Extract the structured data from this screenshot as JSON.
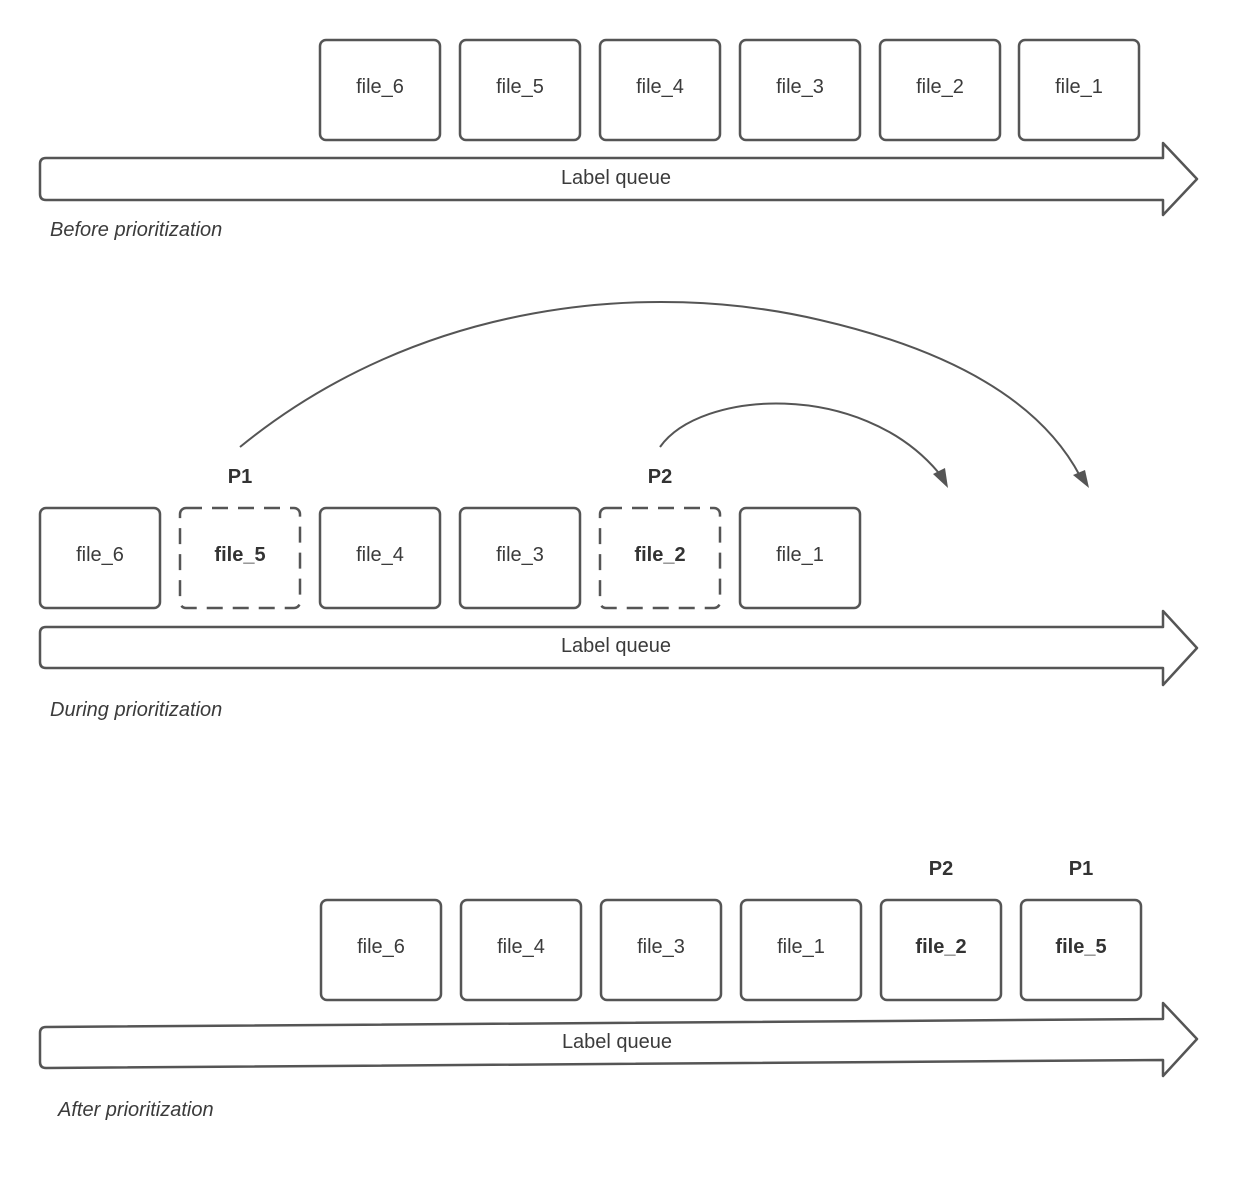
{
  "before": {
    "boxes": [
      {
        "label": "file_6",
        "bold": false,
        "dashed": false
      },
      {
        "label": "file_5",
        "bold": false,
        "dashed": false
      },
      {
        "label": "file_4",
        "bold": false,
        "dashed": false
      },
      {
        "label": "file_3",
        "bold": false,
        "dashed": false
      },
      {
        "label": "file_2",
        "bold": false,
        "dashed": false
      },
      {
        "label": "file_1",
        "bold": false,
        "dashed": false
      }
    ],
    "queue_label": "Label queue",
    "caption": "Before prioritization"
  },
  "during": {
    "boxes": [
      {
        "label": "file_6",
        "bold": false,
        "dashed": false
      },
      {
        "label": "file_5",
        "bold": true,
        "dashed": true
      },
      {
        "label": "file_4",
        "bold": false,
        "dashed": false
      },
      {
        "label": "file_3",
        "bold": false,
        "dashed": false
      },
      {
        "label": "file_2",
        "bold": true,
        "dashed": true
      },
      {
        "label": "file_1",
        "bold": false,
        "dashed": false
      }
    ],
    "priorities": {
      "p1": "P1",
      "p2": "P2"
    },
    "queue_label": "Label queue",
    "caption": "During prioritization"
  },
  "after": {
    "boxes": [
      {
        "label": "file_6",
        "bold": false,
        "dashed": false
      },
      {
        "label": "file_4",
        "bold": false,
        "dashed": false
      },
      {
        "label": "file_3",
        "bold": false,
        "dashed": false
      },
      {
        "label": "file_1",
        "bold": false,
        "dashed": false
      },
      {
        "label": "file_2",
        "bold": true,
        "dashed": false
      },
      {
        "label": "file_5",
        "bold": true,
        "dashed": false
      }
    ],
    "priorities": {
      "p2": "P2",
      "p1": "P1"
    },
    "queue_label": "Label queue",
    "caption": "After prioritization"
  },
  "colors": {
    "stroke": "#555555",
    "text": "#3b3b3b",
    "background": "#ffffff"
  }
}
